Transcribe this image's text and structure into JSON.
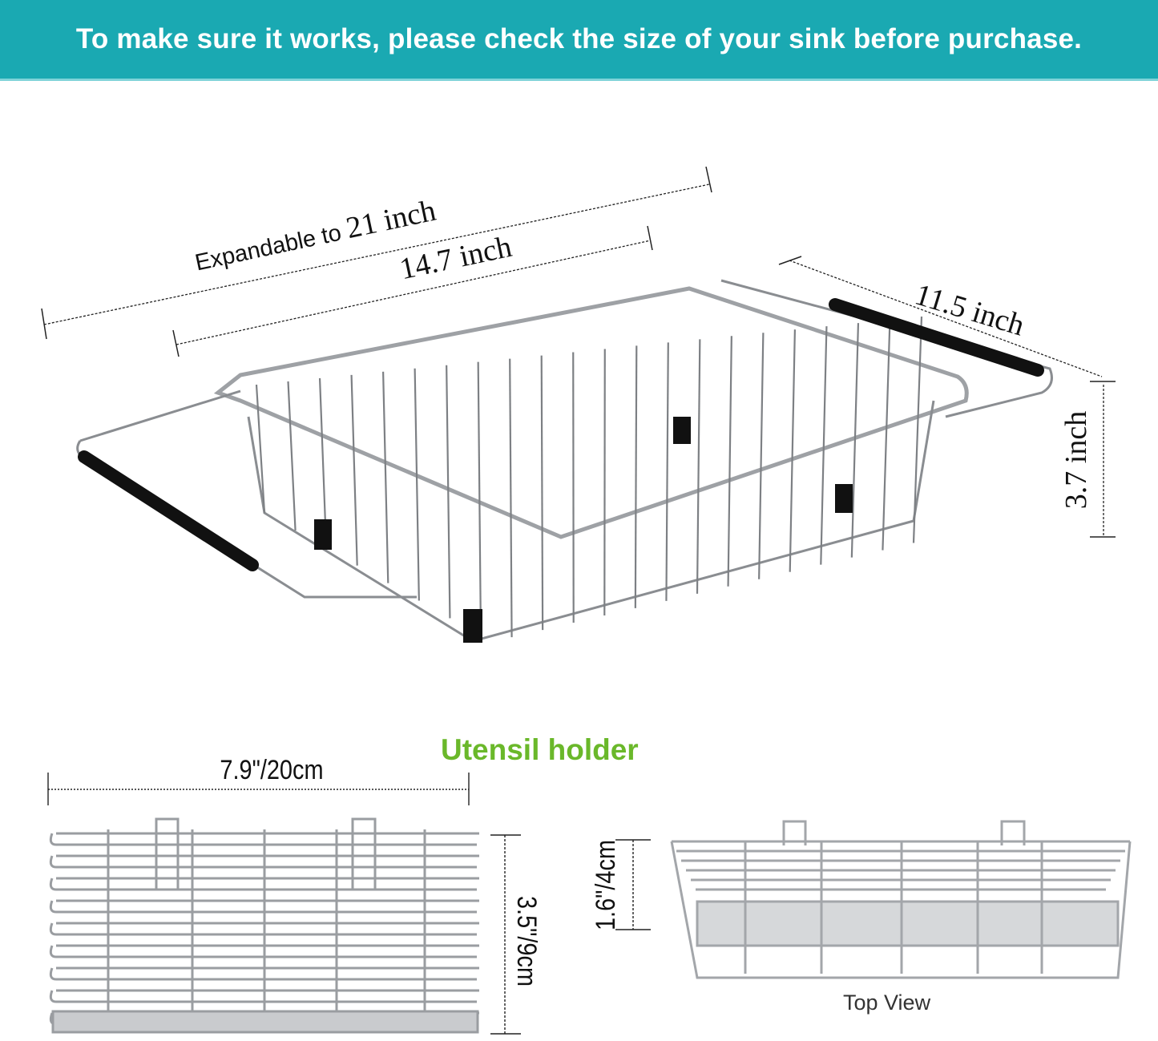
{
  "banner": {
    "text": "To make sure it works, please check the size of your sink before purchase.",
    "color": "#1aa9b2"
  },
  "main_basket": {
    "expandable_prefix": "Expandable to",
    "expandable_value": "21 inch",
    "length": "14.7 inch",
    "width": "11.5 inch",
    "height": "3.7 inch"
  },
  "utensil_holder": {
    "title": "Utensil holder",
    "title_color": "#6ab82a",
    "length": "7.9\"/20cm",
    "height": "3.5\"/9cm",
    "top_height": "1.6\"/4cm",
    "top_view_label": "Top View"
  }
}
